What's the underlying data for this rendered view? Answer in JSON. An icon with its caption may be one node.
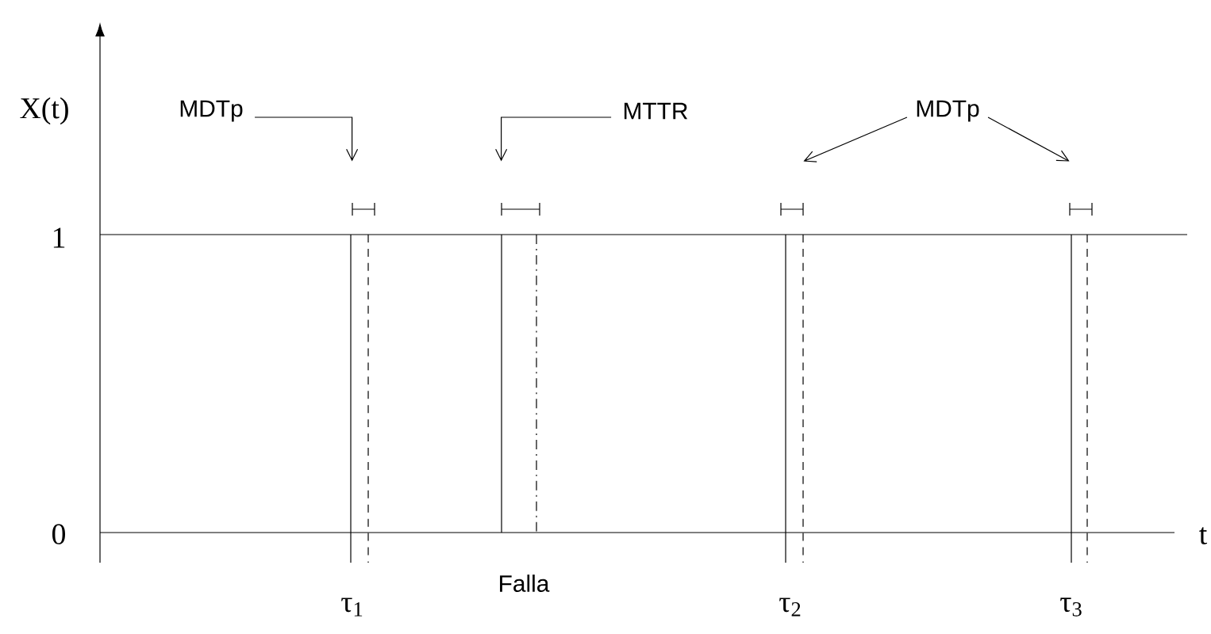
{
  "diagram": {
    "nodes": [
      {
        "text": [
          "MDTp"
        ]
      },
      {
        "text": [],
        "shape": "bar"
      },
      {
        "text": [
          "MTTR"
        ]
      },
      {
        "text": [],
        "shape": "bar"
      },
      {
        "text": [
          "MDTp"
        ]
      },
      {
        "text": [],
        "shape": "bar"
      },
      {
        "text": [],
        "shape": "bar"
      }
    ],
    "edges": [
      {
        "from": 0,
        "to": 1,
        "arrow": "to"
      },
      {
        "from": 2,
        "to": 3,
        "arrow": "to"
      },
      {
        "from": 4,
        "to": 5,
        "arrow": "to"
      },
      {
        "from": 4,
        "to": 6,
        "arrow": "to"
      }
    ],
    "labels": [
      "X(t)",
      "1",
      "0",
      "t",
      "τ$_{1}$",
      "Falla",
      "τ$_{2}$",
      "τ$_{3}$"
    ]
  }
}
